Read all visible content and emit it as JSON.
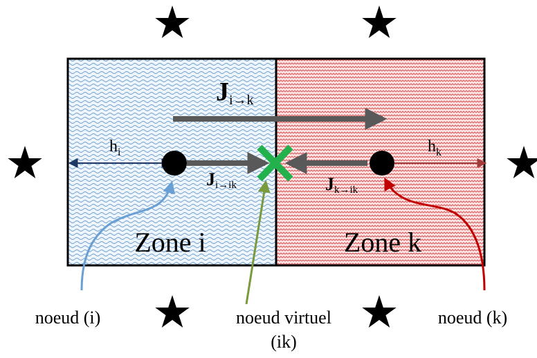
{
  "zones": {
    "left": {
      "label": "Zone i",
      "fill": "#eef5fc",
      "pattern": "#6e9fd0"
    },
    "right": {
      "label": "Zone k",
      "fill": "#fbe3e3",
      "pattern": "#e24a4a"
    }
  },
  "flux": {
    "main": {
      "symbol": "J",
      "subscript": "i→k"
    },
    "left": {
      "symbol": "J",
      "subscript": "i→ik"
    },
    "right": {
      "symbol": "J",
      "subscript": "k→ik"
    }
  },
  "distances": {
    "left": {
      "symbol": "h",
      "subscript": "i"
    },
    "right": {
      "symbol": "h",
      "subscript": "k"
    }
  },
  "callouts": {
    "node_i": "noeud (i)",
    "virtual_line1": "noeud virtuel",
    "virtual_line2": "(ik)",
    "node_k": "noeud (k)"
  },
  "colors": {
    "border": "#000000",
    "arrow_gray": "#595959",
    "node_i_callout": "#6a9fd4",
    "virtual_callout": "#7a9a3e",
    "node_k_callout": "#c00000",
    "dist_left": "#1f3864",
    "dist_right": "#a33a3a",
    "virtual_x": "#22b14c"
  },
  "icons": {
    "ghost_cell": "star-icon",
    "virtual_node": "x-mark-icon"
  }
}
